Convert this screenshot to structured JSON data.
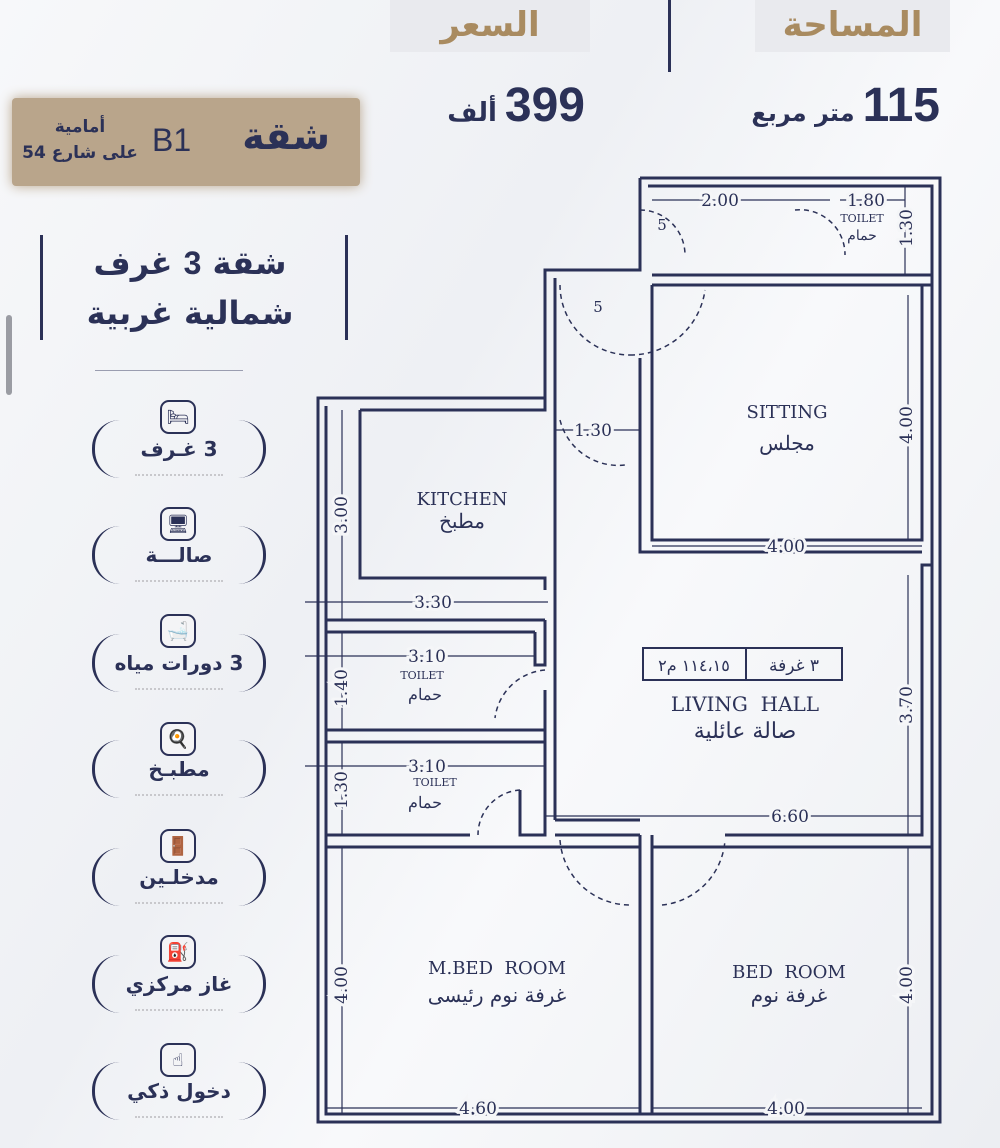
{
  "header": {
    "price_label": "السعر",
    "area_label": "المساحة",
    "price_value": "399",
    "price_unit": "ألف",
    "area_value": "115",
    "area_unit": "متر مربع"
  },
  "tag": {
    "title": "شقة",
    "code": "B1",
    "line1": "أمامية",
    "line2": "على شارع 54"
  },
  "summary": {
    "line1_prefix": "شقة",
    "line1_number": "3",
    "line1_suffix": "غرف",
    "line2": "شمالية غربية"
  },
  "features": [
    {
      "label": "3 غـرف",
      "icon": "bed-icon"
    },
    {
      "label": "صالـــة",
      "icon": "tv-stand-icon"
    },
    {
      "label": "3 دورات مياه",
      "icon": "bathtub-icon"
    },
    {
      "label": "مطبـخ",
      "icon": "kitchen-icon"
    },
    {
      "label": "مدخلـين",
      "icon": "door-icon"
    },
    {
      "label": "غاز مركزي",
      "icon": "gas-cylinder-icon"
    },
    {
      "label": "دخول ذكي",
      "icon": "smart-touch-icon"
    }
  ],
  "plan": {
    "summary_rooms": "٣ غرفة",
    "summary_area": "١١٤،١٥ م٢",
    "rooms": {
      "kitchen_en": "KITCHEN",
      "kitchen_ar": "مطبخ",
      "sitting_en": "SITTING",
      "sitting_ar": "مجلس",
      "toilet_top_en": "TOILET",
      "toilet_top_ar": "حمام",
      "toilet1_en": "TOILET",
      "toilet1_ar": "حمام",
      "toilet2_en": "TOILET",
      "toilet2_ar": "حمام",
      "living_en": "LIVING  HALL",
      "living_ar": "صالة عائلية",
      "mbed_en": "M.BED  ROOM",
      "mbed_ar": "غرفة نوم رئيسى",
      "bed_en": "BED  ROOM",
      "bed_ar": "غرفة نوم"
    },
    "dims": {
      "top_2_00": "2.00",
      "top_1_80": "1.80",
      "top_1_30": "1.30",
      "door_5a": "5",
      "door_5b": "5",
      "corr_1_30": "1.30",
      "sitting_h": "4.00",
      "sitting_w": "4.00",
      "kitchen_h": "3.00",
      "kitchen_w": "3.30",
      "toilet1_w": "3.10",
      "toilet1_h": "1.40",
      "toilet2_w": "3.10",
      "toilet2_h": "1.30",
      "living_w": "6.60",
      "living_h": "3.70",
      "mbed_h": "4.00",
      "bed_h": "4.00",
      "mbed_w": "4.60",
      "bed_w": "4.00"
    }
  },
  "colors": {
    "navy": "#2b3157",
    "gold": "#a98b60",
    "tag_bg": "#b9a58b"
  }
}
